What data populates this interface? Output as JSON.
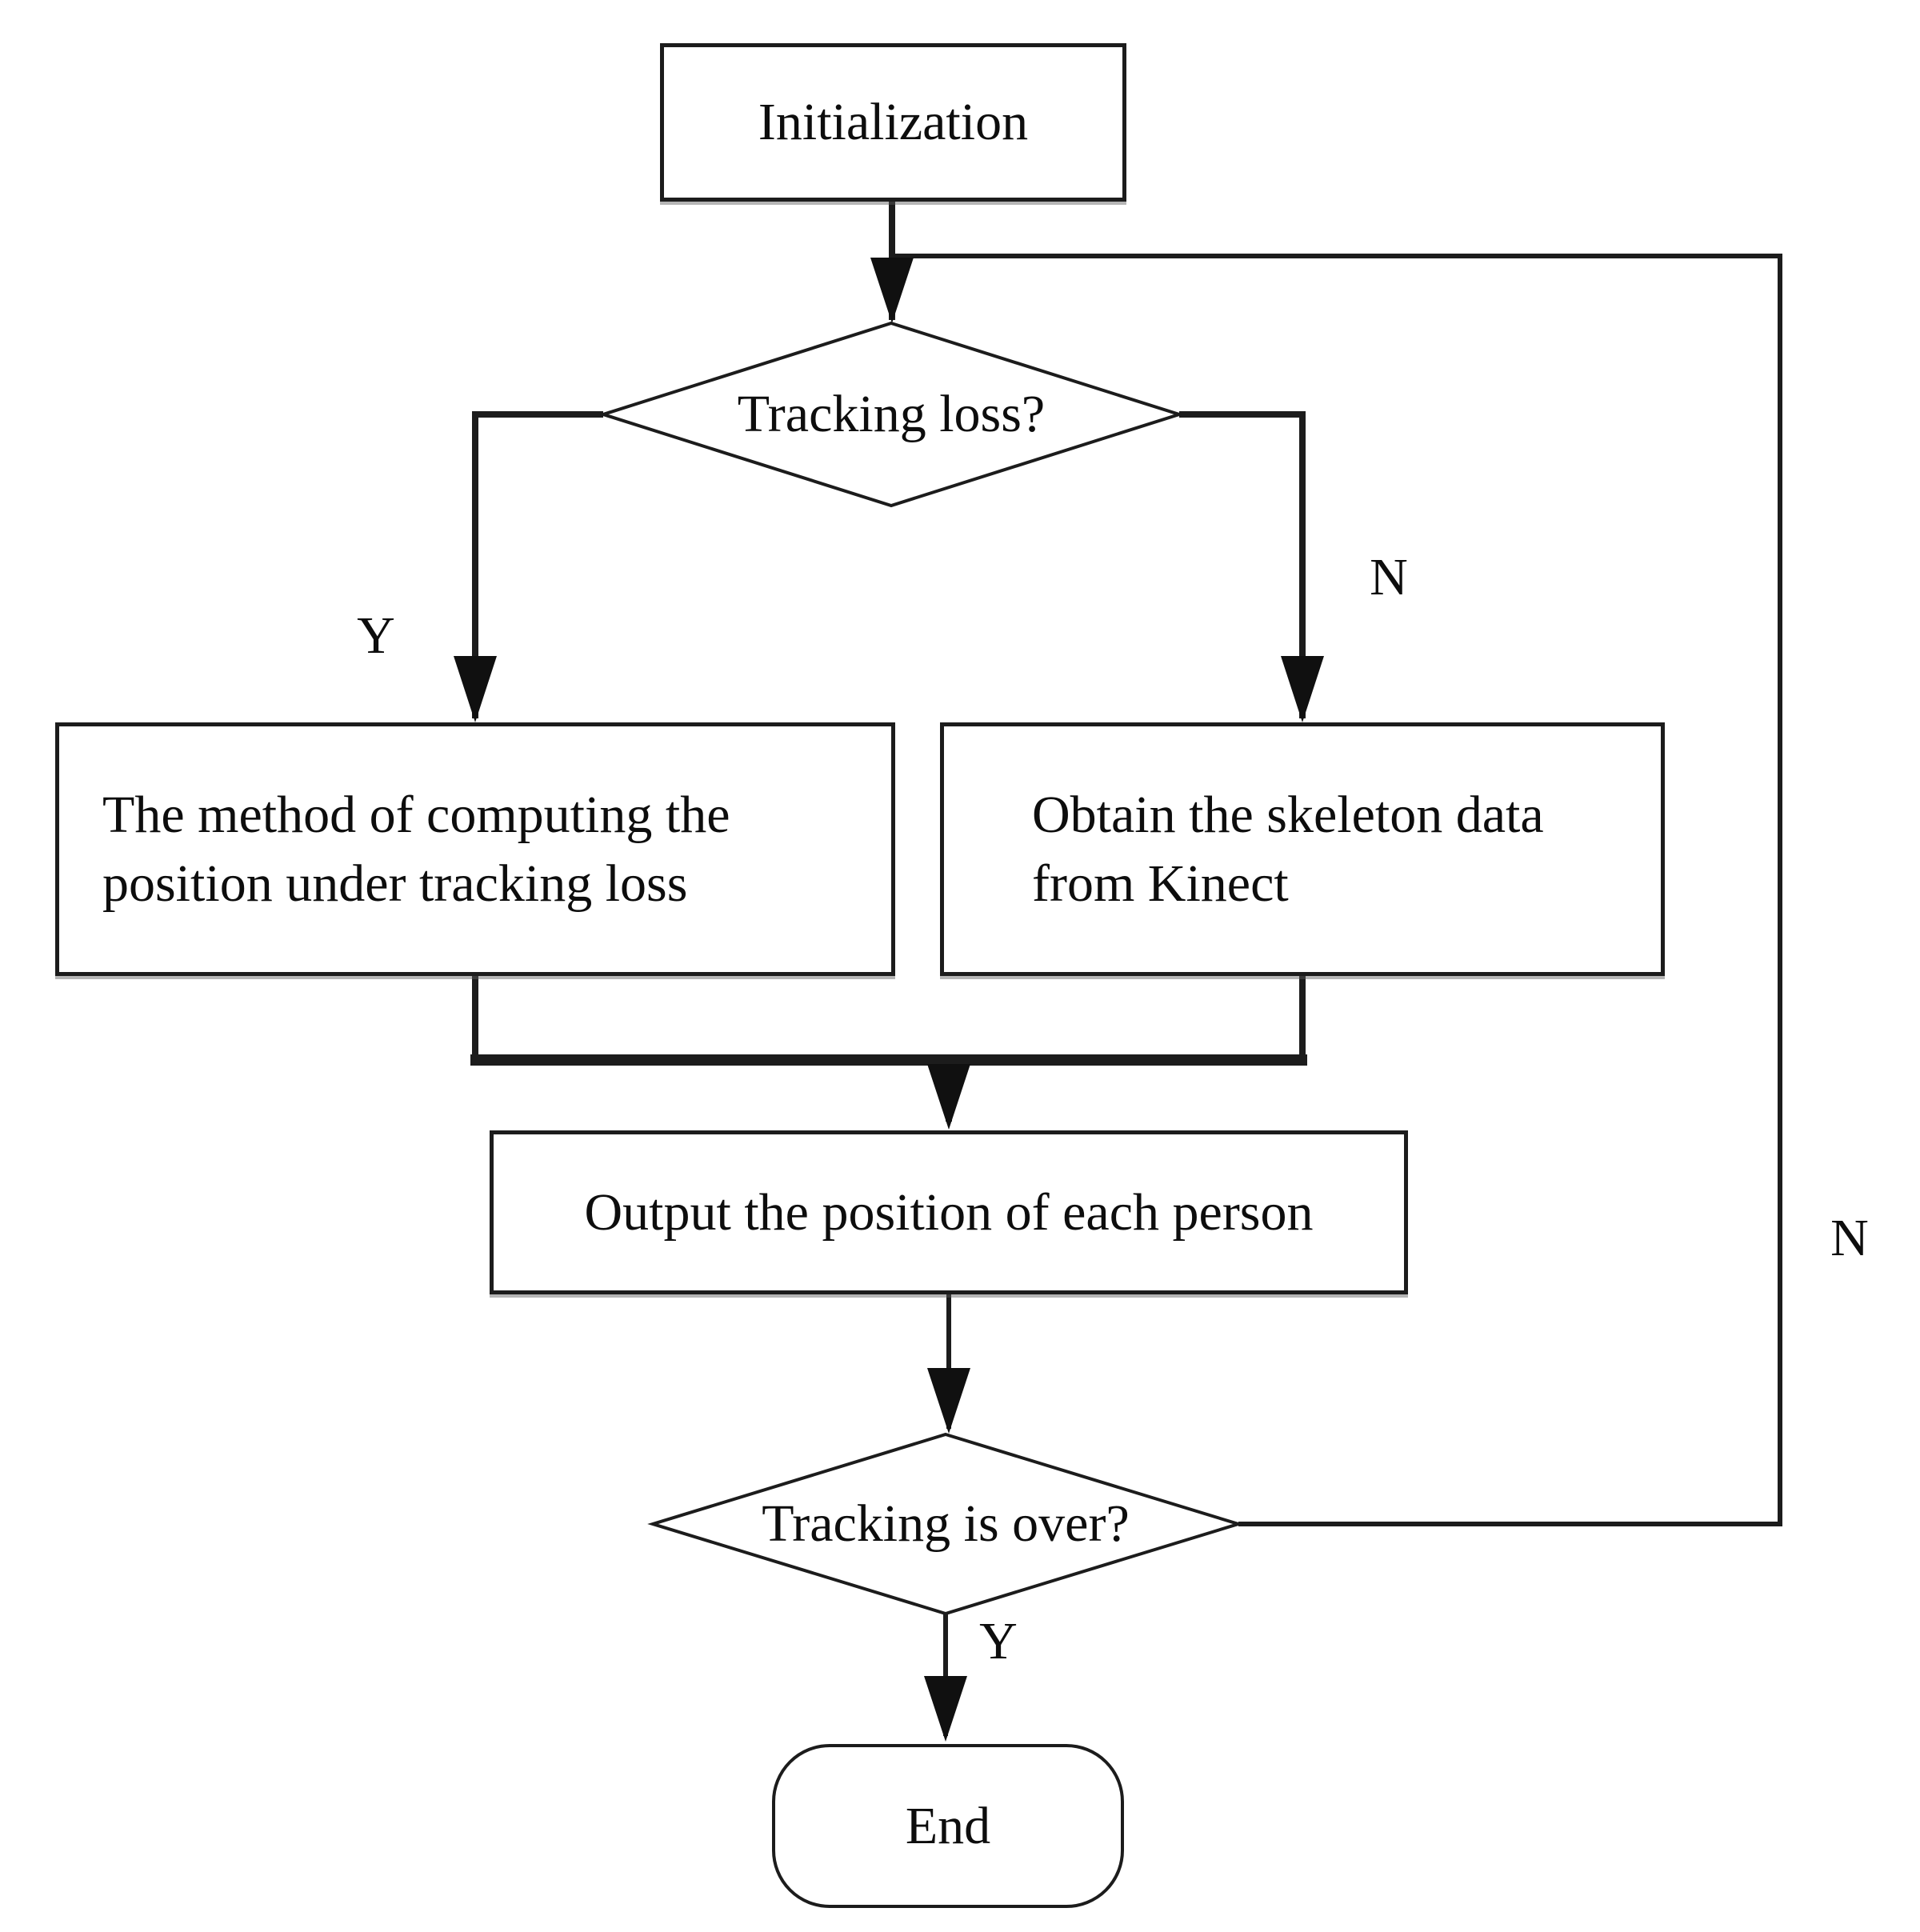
{
  "canvas": {
    "background": "#ffffff",
    "line_color": "#1c1c1c",
    "text_color": "#0d0d0d"
  },
  "nodes": {
    "initialization": {
      "label": "Initialization"
    },
    "tracking_loss": {
      "label": "Tracking loss?"
    },
    "compute_position": {
      "line1": "The method of computing the",
      "line2": "position under tracking loss"
    },
    "obtain_skeleton": {
      "line1": "Obtain the skeleton data",
      "line2": "from Kinect"
    },
    "output_position": {
      "label": "Output the position of each person"
    },
    "tracking_over": {
      "label": "Tracking is over?"
    },
    "end": {
      "label": "End"
    }
  },
  "edge_labels": {
    "tracking_loss_yes": "Y",
    "tracking_loss_no": "N",
    "tracking_over_no": "N",
    "tracking_over_yes": "Y"
  }
}
